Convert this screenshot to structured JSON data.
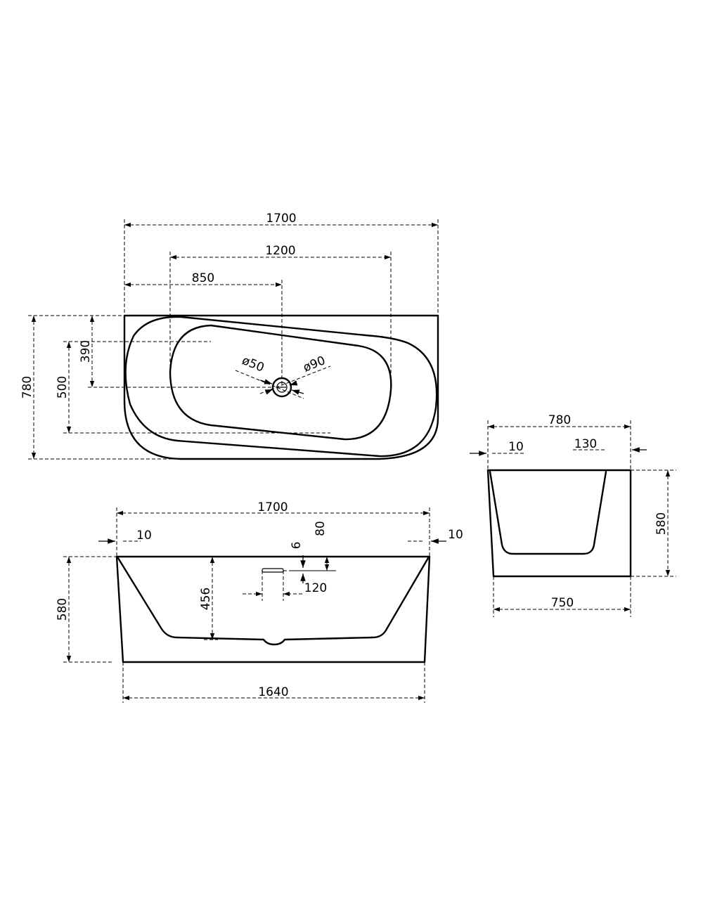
{
  "plan_view": {
    "dims": {
      "overall_length": "1700",
      "inner_length": "1200",
      "drain_offset": "850",
      "overall_width": "780",
      "inner_width": "500",
      "drain_depth": "390",
      "drain_dia_small": "ø50",
      "drain_dia_large": "ø90"
    }
  },
  "side_view": {
    "dims": {
      "top_length": "1700",
      "rim_left": "10",
      "rim_right": "10",
      "overflow_height": "80",
      "overflow_gap": "6",
      "overflow_width": "120",
      "inner_depth": "456",
      "overall_height": "580",
      "base_length": "1640"
    }
  },
  "end_view": {
    "dims": {
      "top_width": "780",
      "rim_left": "10",
      "rim_right": "130",
      "overall_height": "580",
      "base_width": "750"
    }
  }
}
